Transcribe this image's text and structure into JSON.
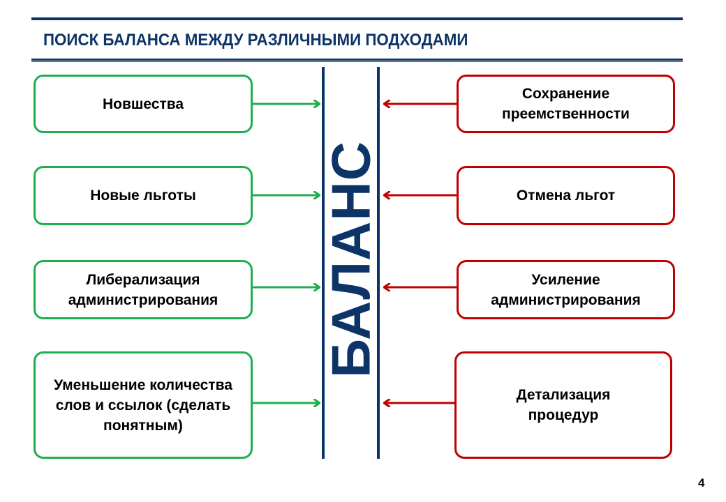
{
  "title": "ПОИСК БАЛАНСА МЕЖДУ РАЗЛИЧНЫМИ ПОДХОДАМИ",
  "center_label": "БАЛАНС",
  "left_items": [
    "Новшества",
    "Новые льготы",
    "Либерализация администрирования",
    "Уменьшение количества слов и ссылок (сделать понятным)"
  ],
  "right_items": [
    "Сохранение преемственности",
    "Отмена льгот",
    "Усиление администрирования",
    "Детализация процедур"
  ],
  "page_number": "4",
  "colors": {
    "navy": "#0d3466",
    "green": "#1fae4f",
    "red": "#c00000"
  }
}
